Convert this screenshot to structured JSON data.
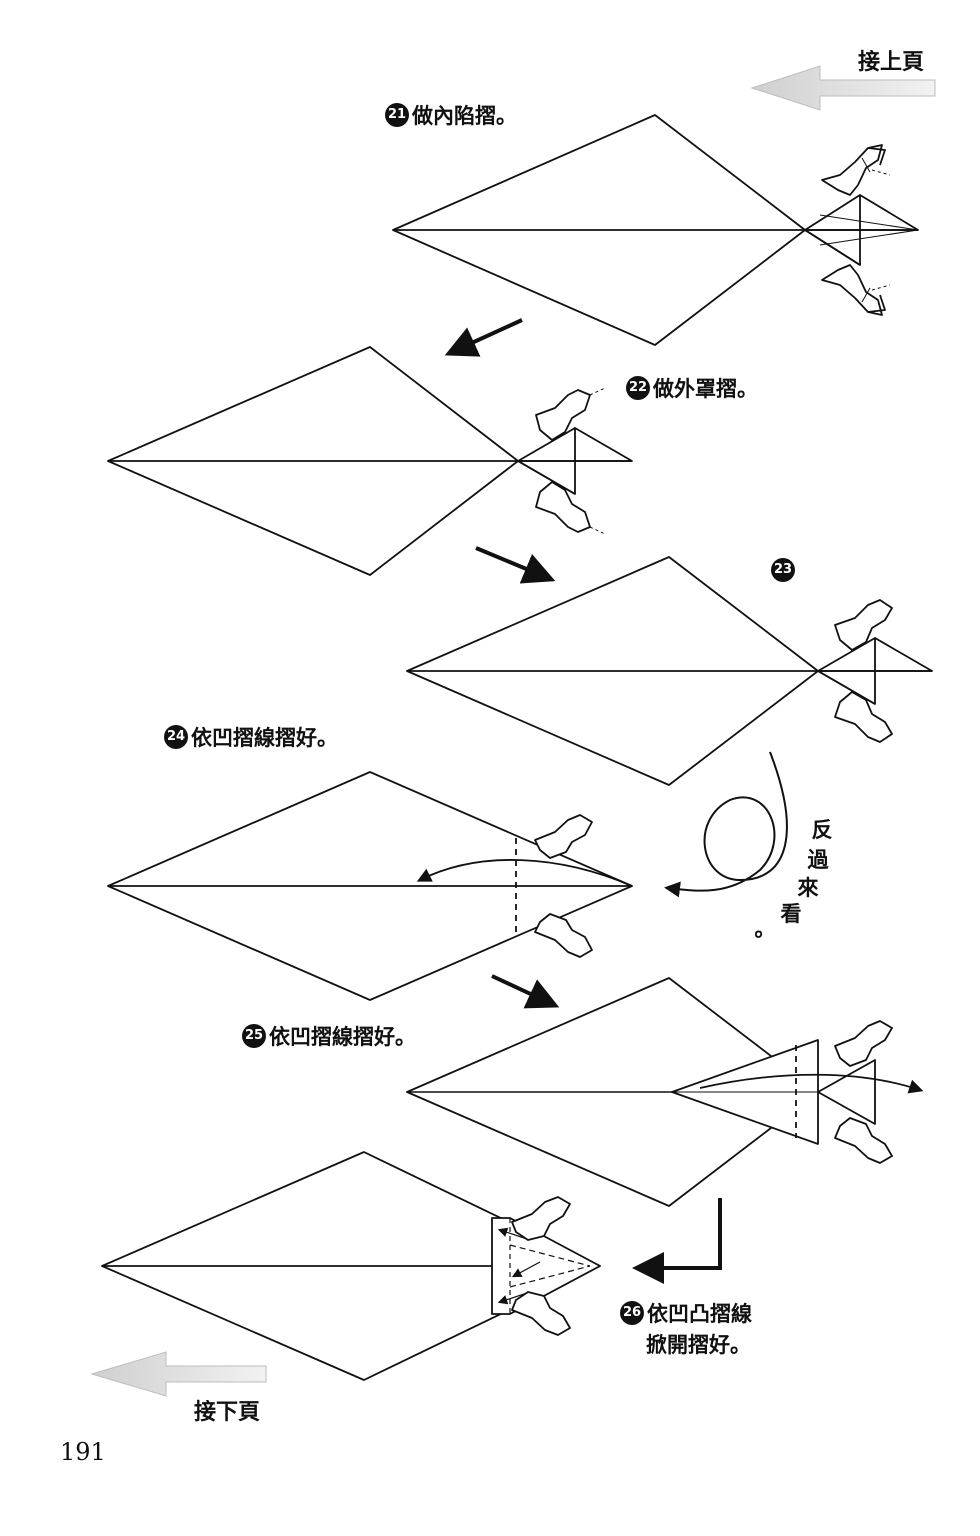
{
  "nav": {
    "prev_page": "接上頁",
    "next_page": "接下頁"
  },
  "steps": [
    {
      "num": "21",
      "text": "做內陷摺。"
    },
    {
      "num": "22",
      "text": "做外罩摺。"
    },
    {
      "num": "23",
      "text": ""
    },
    {
      "num": "24",
      "text": "依凹摺線摺好。"
    },
    {
      "num": "25",
      "text": "依凹摺線摺好。"
    },
    {
      "num": "26",
      "text": "依凹凸摺線",
      "text2": "掀開摺好。"
    }
  ],
  "turn_over": {
    "chars": [
      "反",
      "過",
      "來",
      "看"
    ],
    "period": "。"
  },
  "page_number": "191"
}
